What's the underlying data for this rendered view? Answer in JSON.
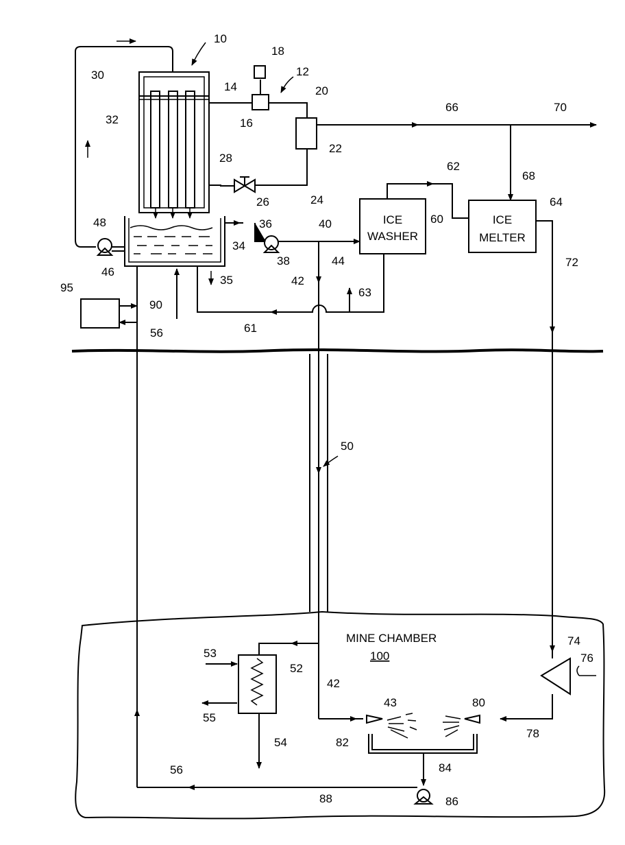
{
  "colors": {
    "ink": "#000000",
    "paper": "#ffffff"
  },
  "boxes": {
    "ice_washer": [
      "ICE",
      "WASHER"
    ],
    "ice_melter": [
      "ICE",
      "MELTER"
    ],
    "mine_chamber": "MINE CHAMBER",
    "mine_chamber_ref": "100"
  },
  "refs": {
    "r10": "10",
    "r12": "12",
    "r14": "14",
    "r16": "16",
    "r18": "18",
    "r20": "20",
    "r22": "22",
    "r24": "24",
    "r26": "26",
    "r28": "28",
    "r30": "30",
    "r32": "32",
    "r34": "34",
    "r35": "35",
    "r36": "36",
    "r38": "38",
    "r40": "40",
    "r42a": "42",
    "r42b": "42",
    "r43": "43",
    "r44": "44",
    "r46": "46",
    "r48": "48",
    "r50": "50",
    "r52": "52",
    "r53": "53",
    "r54": "54",
    "r55": "55",
    "r56a": "56",
    "r56b": "56",
    "r60": "60",
    "r61": "61",
    "r62": "62",
    "r63": "63",
    "r64": "64",
    "r66": "66",
    "r68": "68",
    "r70": "70",
    "r72": "72",
    "r74": "74",
    "r76": "76",
    "r78": "78",
    "r80": "80",
    "r82": "82",
    "r84": "84",
    "r86": "86",
    "r88": "88",
    "r90": "90",
    "r95": "95"
  }
}
